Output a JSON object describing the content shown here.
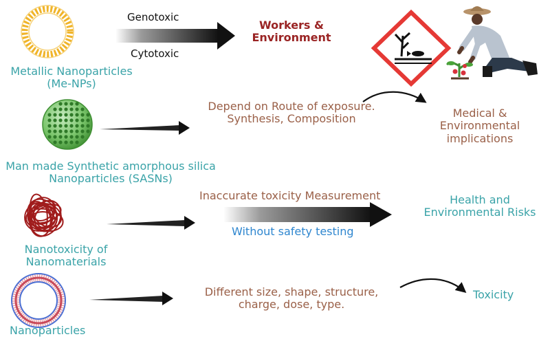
{
  "left_labels": {
    "metallic": [
      "Metallic Nanoparticles",
      "(Me-NPs)"
    ],
    "silica": [
      "Man made Synthetic amorphous silica",
      "Nanoparticles (SASNs)"
    ],
    "nanotox": [
      "Nanotoxicity of",
      "Nanomaterials"
    ],
    "nanoparticles": "Nanoparticles"
  },
  "row1": {
    "genotoxic": "Genotoxic",
    "cytotoxic": "Cytotoxic",
    "outcome": [
      "Workers &",
      "Environment"
    ]
  },
  "row2": {
    "text": [
      "Depend on Route of exposure.",
      "Synthesis, Composition"
    ],
    "outcome": [
      "Medical &",
      "Environmental",
      "implications"
    ]
  },
  "row3": {
    "top": "Inaccurate toxicity Measurement",
    "bottom": "Without safety testing",
    "outcome": [
      "Health and",
      "Environmental Risks"
    ]
  },
  "row4": {
    "text": [
      "Different size, shape, structure,",
      "charge, dose, type."
    ],
    "outcome": "Toxicity"
  },
  "colors": {
    "teal": "#3aa3a8",
    "brown": "#9a6048",
    "dark_red": "#9a2424",
    "blue": "#2e86cf",
    "hazard_red": "#e53935"
  },
  "icons": [
    "liposome-icon",
    "silica-sphere-icon",
    "tangled-fiber-icon",
    "ring-nanoparticle-icon",
    "environmental-hazard-icon",
    "farmer-icon"
  ]
}
